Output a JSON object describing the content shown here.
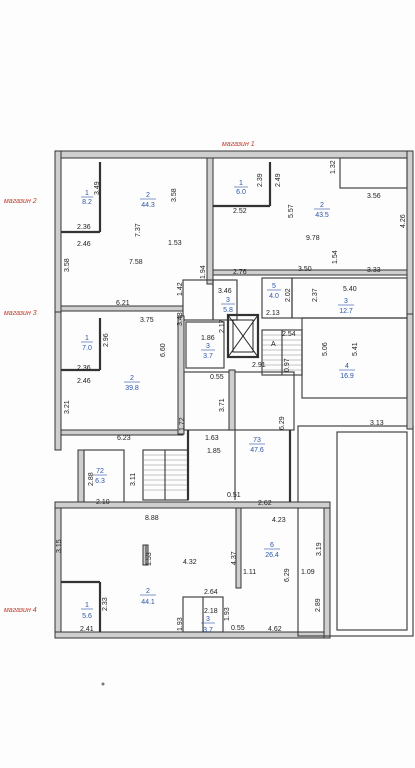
{
  "shop_labels": {
    "top": "магазин 1",
    "left_1": "магазин 2",
    "left_2": "магазин 3",
    "left_3": "магазин 4"
  },
  "rooms": [
    {
      "id": "s2-r1",
      "num": "1",
      "area": "8.2"
    },
    {
      "id": "s2-r2",
      "num": "2",
      "area": "44.3"
    },
    {
      "id": "s1-r1",
      "num": "1",
      "area": "6.0"
    },
    {
      "id": "s1-r2",
      "num": "2",
      "area": "43.5"
    },
    {
      "id": "c-r3a",
      "num": "3",
      "area": "5.8"
    },
    {
      "id": "c-r5",
      "num": "5",
      "area": "4.0"
    },
    {
      "id": "c-r3b",
      "num": "3",
      "area": "12.7"
    },
    {
      "id": "s3-r1",
      "num": "1",
      "area": "7.0"
    },
    {
      "id": "s3-r2",
      "num": "2",
      "area": "39.8"
    },
    {
      "id": "c-r3c",
      "num": "3",
      "area": "3.7"
    },
    {
      "id": "c-r4",
      "num": "4",
      "area": "16.9"
    },
    {
      "id": "c-r73",
      "num": "73",
      "area": "47.6"
    },
    {
      "id": "c-r72",
      "num": "72",
      "area": "6.3"
    },
    {
      "id": "s4-r6",
      "num": "6",
      "area": "26.4"
    },
    {
      "id": "s4-r2",
      "num": "2",
      "area": "44.1"
    },
    {
      "id": "s4-r1",
      "num": "1",
      "area": "5.6"
    },
    {
      "id": "s4-r3",
      "num": "3",
      "area": "3.7"
    }
  ],
  "dimensions": [
    "3.49",
    "3.58",
    "2.36",
    "7.37",
    "1.53",
    "2.46",
    "7.58",
    "3.58",
    "6.21",
    "1.42",
    "1.94",
    "3.46",
    "2.39",
    "2.49",
    "1.32",
    "3.56",
    "2.52",
    "5.57",
    "9.78",
    "4.26",
    "1.54",
    "2.76",
    "3.50",
    "3.33",
    "2.02",
    "2.37",
    "5.40",
    "2.13",
    "3.75",
    "2.96",
    "3.43",
    "2.17",
    "1.86",
    "2.54",
    "5.06",
    "5.41",
    "2.36",
    "2.46",
    "6.60",
    "3.21",
    "2.91",
    "0.97",
    "0.55",
    "3.71",
    "1.72",
    "1.63",
    "6.29",
    "3.13",
    "6.23",
    "1.85",
    "2.88",
    "3.11",
    "2.10",
    "0.51",
    "2.62",
    "8.88",
    "4.23",
    "3.15",
    "4.37",
    "3.19",
    "1.53",
    "4.32",
    "1.11",
    "6.29",
    "1.09",
    "2.64",
    "2.33",
    "2.89",
    "2.18",
    "1.93",
    "1.93",
    "0.55",
    "2.41",
    "4.62",
    "A"
  ]
}
